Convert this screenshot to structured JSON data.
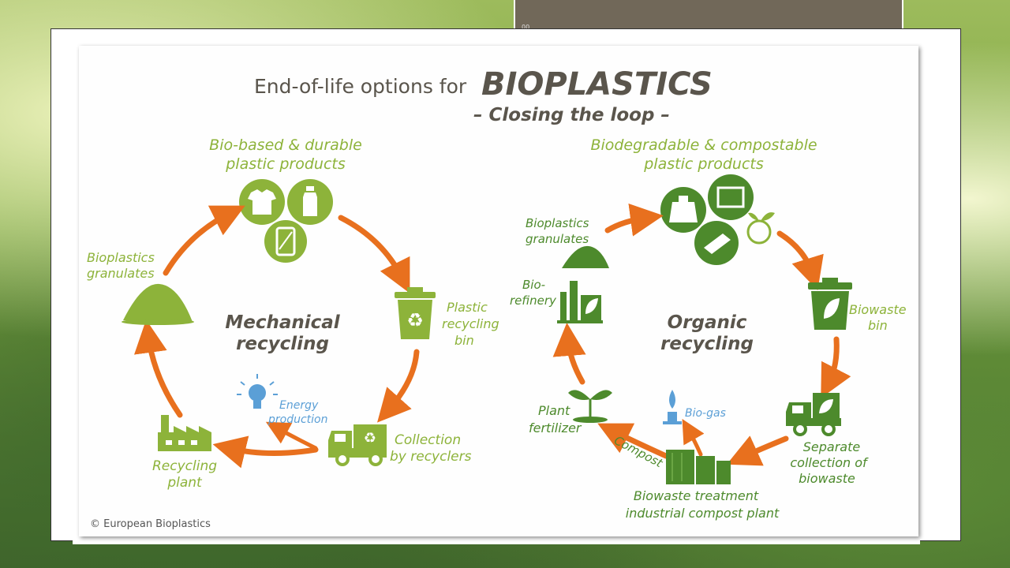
{
  "header": {
    "title_prefix": "End-of-life options for",
    "title_main": "BIOPLASTICS",
    "subtitle": "– Closing the loop –"
  },
  "mechanical": {
    "center_line1": "Mechanical",
    "center_line2": "recycling",
    "products_line1": "Bio-based & durable",
    "products_line2": "plastic products",
    "bin_line1": "Plastic",
    "bin_line2": "recycling",
    "bin_line3": "bin",
    "collection_line1": "Collection",
    "collection_line2": "by recyclers",
    "energy_line1": "Energy",
    "energy_line2": "production",
    "plant_line1": "Recycling",
    "plant_line2": "plant",
    "granulates_line1": "Bioplastics",
    "granulates_line2": "granulates"
  },
  "organic": {
    "center_line1": "Organic",
    "center_line2": "recycling",
    "products_line1": "Biodegradable & compostable",
    "products_line2": "plastic products",
    "bin_line1": "Biowaste",
    "bin_line2": "bin",
    "separate_line1": "Separate",
    "separate_line2": "collection of",
    "separate_line3": "biowaste",
    "treatment_line1": "Biowaste treatment",
    "treatment_line2": "industrial compost plant",
    "biogas": "Bio-gas",
    "compost": "Compost",
    "fertilizer_line1": "Plant",
    "fertilizer_line2": "fertilizer",
    "refinery_line1": "Bio-",
    "refinery_line2": "refinery",
    "granulates_line1": "Bioplastics",
    "granulates_line2": "granulates"
  },
  "footer": {
    "copyright": "© European Bioplastics"
  },
  "colors": {
    "green": "#8db33a",
    "dark_green": "#4d8a2c",
    "orange": "#e8701e",
    "blue": "#5b9fd6",
    "title_gray": "#5a554c"
  }
}
